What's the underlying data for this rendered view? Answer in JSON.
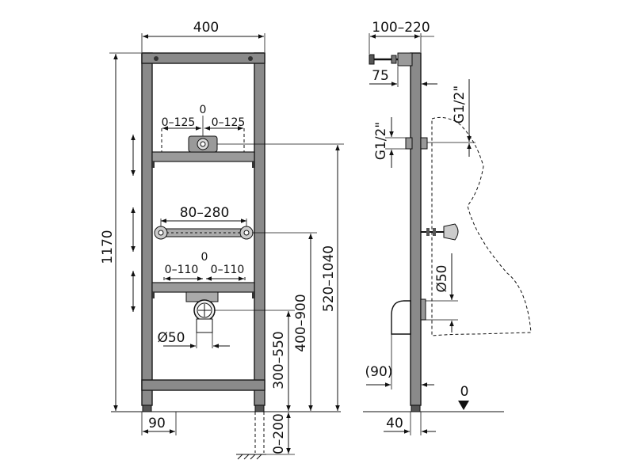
{
  "dimensions": {
    "frame_width": "400",
    "total_height": "1170",
    "supply_offset_center": "0",
    "supply_offset_left": "0–125",
    "supply_offset_right": "0–125",
    "bracket_spacing": "80–280",
    "drain_offset_center": "0",
    "drain_offset_left": "0–110",
    "drain_offset_right": "0–110",
    "drain_diameter_front": "Ø50",
    "foot_width": "90",
    "drain_height": "300–550",
    "bracket_height": "400–900",
    "supply_height": "520–1040",
    "floor_adjust": "0–200",
    "wall_depth": "100–220",
    "wall_offset": "75",
    "thread_right": "G1/2\"",
    "thread_left": "G1/2\"",
    "drain_diameter_side": "Ø50",
    "drain_projection": "(90)",
    "foot_depth": "40",
    "floor_level": "0"
  }
}
